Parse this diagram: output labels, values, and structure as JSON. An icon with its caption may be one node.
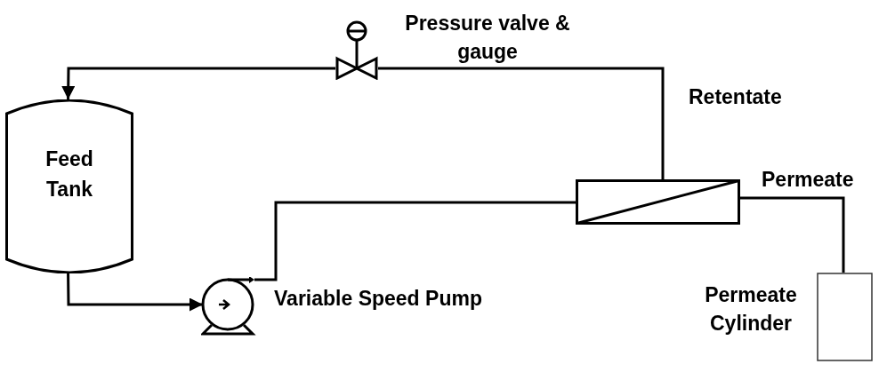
{
  "diagram": {
    "nodes": [
      {
        "text": [
          "Feed Tank"
        ]
      },
      {
        "text": [],
        "shape": "picture",
        "beside": [
          "Variable Speed Pump"
        ]
      },
      {
        "text": [],
        "shape": "picture",
        "beside": [
          "Pressure valve & gauge"
        ]
      },
      {
        "text": [],
        "shape": "box"
      },
      {
        "text": [],
        "shape": "box",
        "beside": [
          "Permeate Cylinder"
        ]
      }
    ],
    "edges": [
      {
        "from": 0,
        "to": 1,
        "arrow": "to"
      },
      {
        "from": 1,
        "to": 3,
        "arrow": "none"
      },
      {
        "from": 3,
        "to": 2,
        "arrow": "none"
      },
      {
        "from": 2,
        "to": 0,
        "arrow": "to"
      },
      {
        "from": 3,
        "to": 4,
        "arrow": "none"
      }
    ],
    "labels": [
      "Retentate",
      "Permeate"
    ]
  }
}
